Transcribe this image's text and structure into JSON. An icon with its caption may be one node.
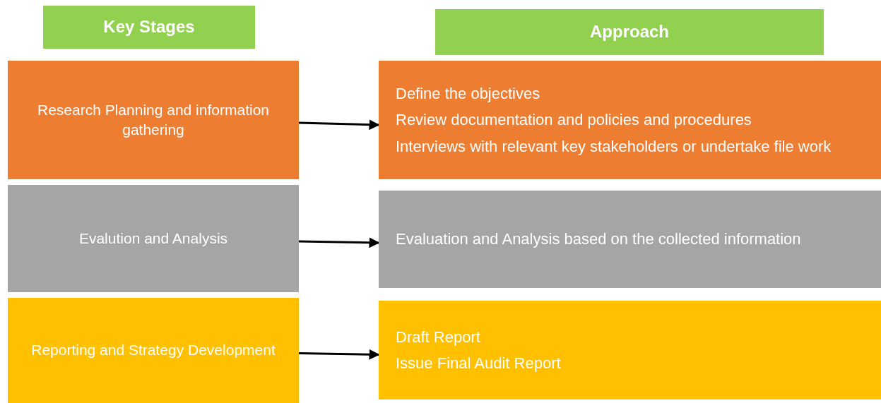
{
  "diagram": {
    "nodes": [
      {
        "text": [
          "Key Stages"
        ]
      },
      {
        "text": [
          "Approach"
        ]
      },
      {
        "text": [
          "Research Planning and information gathering"
        ]
      },
      {
        "text": [
          "Define the objectives",
          "Review documentation and policies and procedures",
          "Interviews with relevant key stakeholders or undertake file work"
        ]
      },
      {
        "text": [
          "Evalution and Analysis"
        ]
      },
      {
        "text": [
          "Evaluation and Analysis based on the collected information"
        ]
      },
      {
        "text": [
          "Reporting and Strategy Development"
        ]
      },
      {
        "text": [
          "Draft Report",
          "Issue Final Audit Report"
        ]
      }
    ],
    "edges": [
      {
        "from": 2,
        "to": 3,
        "arrow": "to"
      },
      {
        "from": 4,
        "to": 5,
        "arrow": "to"
      },
      {
        "from": 6,
        "to": 7,
        "arrow": "to"
      }
    ]
  }
}
